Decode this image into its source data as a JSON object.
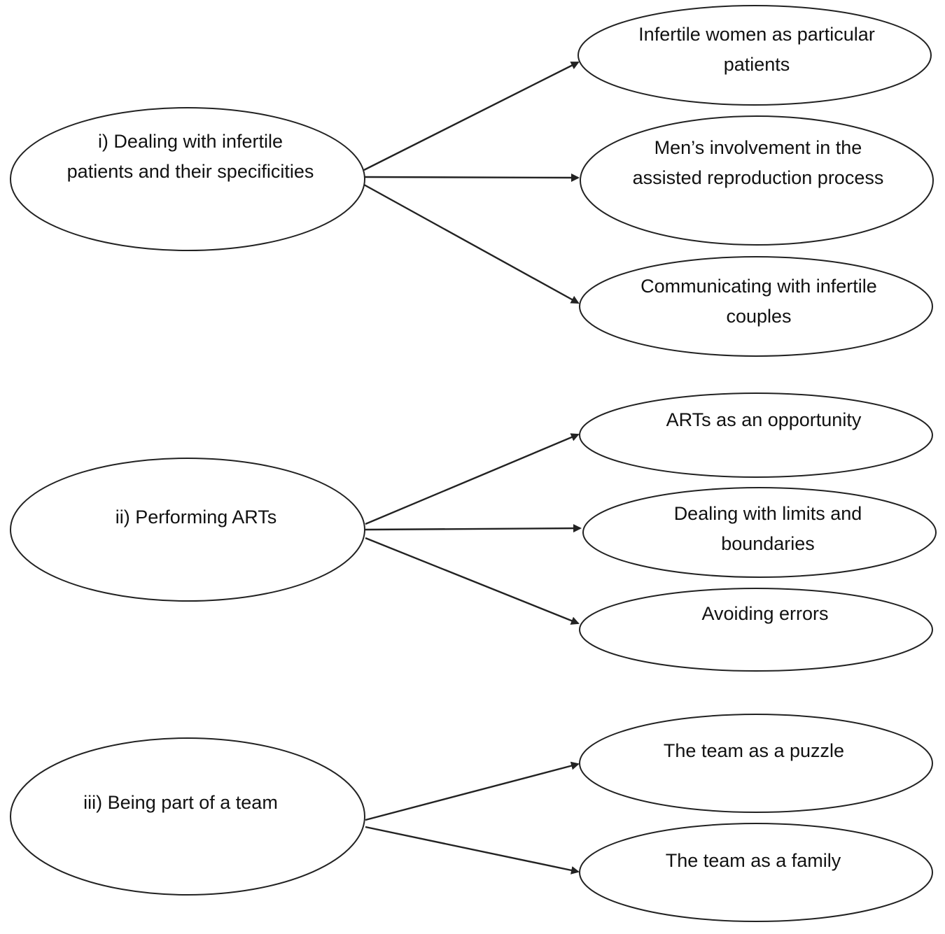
{
  "themes": [
    {
      "label": [
        "i) Dealing with infertile",
        "patients and their specificities"
      ],
      "subthemes": [
        [
          "Infertile women as particular",
          "patients"
        ],
        [
          "Men’s involvement in the",
          "assisted reproduction process"
        ],
        [
          "Communicating with infertile",
          "couples"
        ]
      ]
    },
    {
      "label": [
        "ii) Performing ARTs"
      ],
      "subthemes": [
        [
          "ARTs as an opportunity"
        ],
        [
          "Dealing with limits and",
          "boundaries"
        ],
        [
          "Avoiding errors"
        ]
      ]
    },
    {
      "label": [
        "iii) Being part of a team"
      ],
      "subthemes": [
        [
          "The team as a puzzle"
        ],
        [
          "The team as a family"
        ]
      ]
    }
  ],
  "colors": {
    "stroke": "#222222",
    "fill": "#ffffff",
    "text": "#111111"
  }
}
